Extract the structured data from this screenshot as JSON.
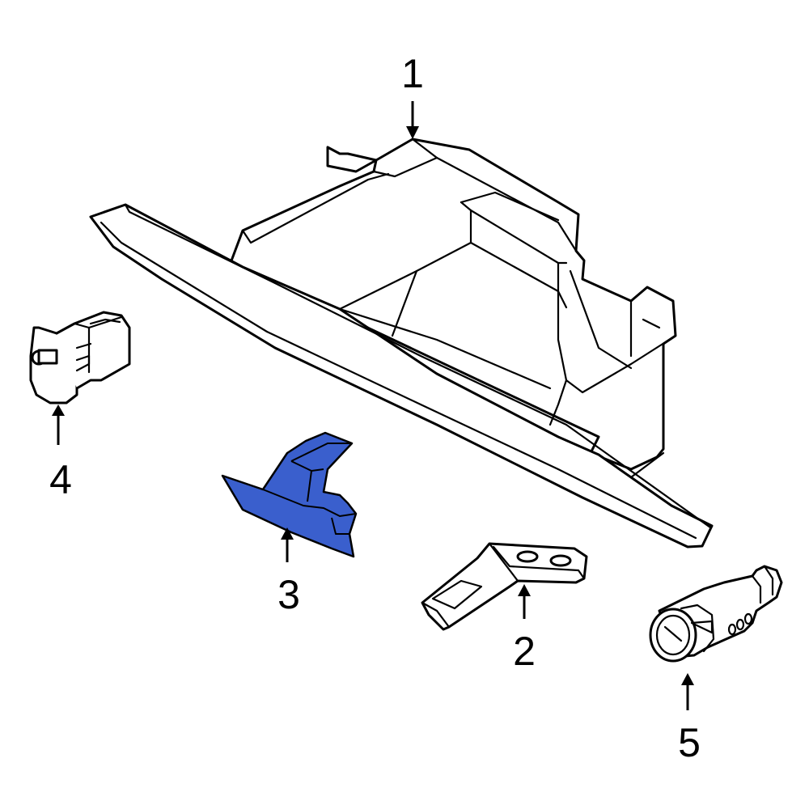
{
  "diagram": {
    "highlight_color": "#3a5fcd",
    "parts": [
      {
        "number": "1",
        "name": "glove-box"
      },
      {
        "number": "2",
        "name": "bracket"
      },
      {
        "number": "3",
        "name": "latch-highlighted"
      },
      {
        "number": "4",
        "name": "bumper"
      },
      {
        "number": "5",
        "name": "lock-cylinder"
      }
    ]
  }
}
